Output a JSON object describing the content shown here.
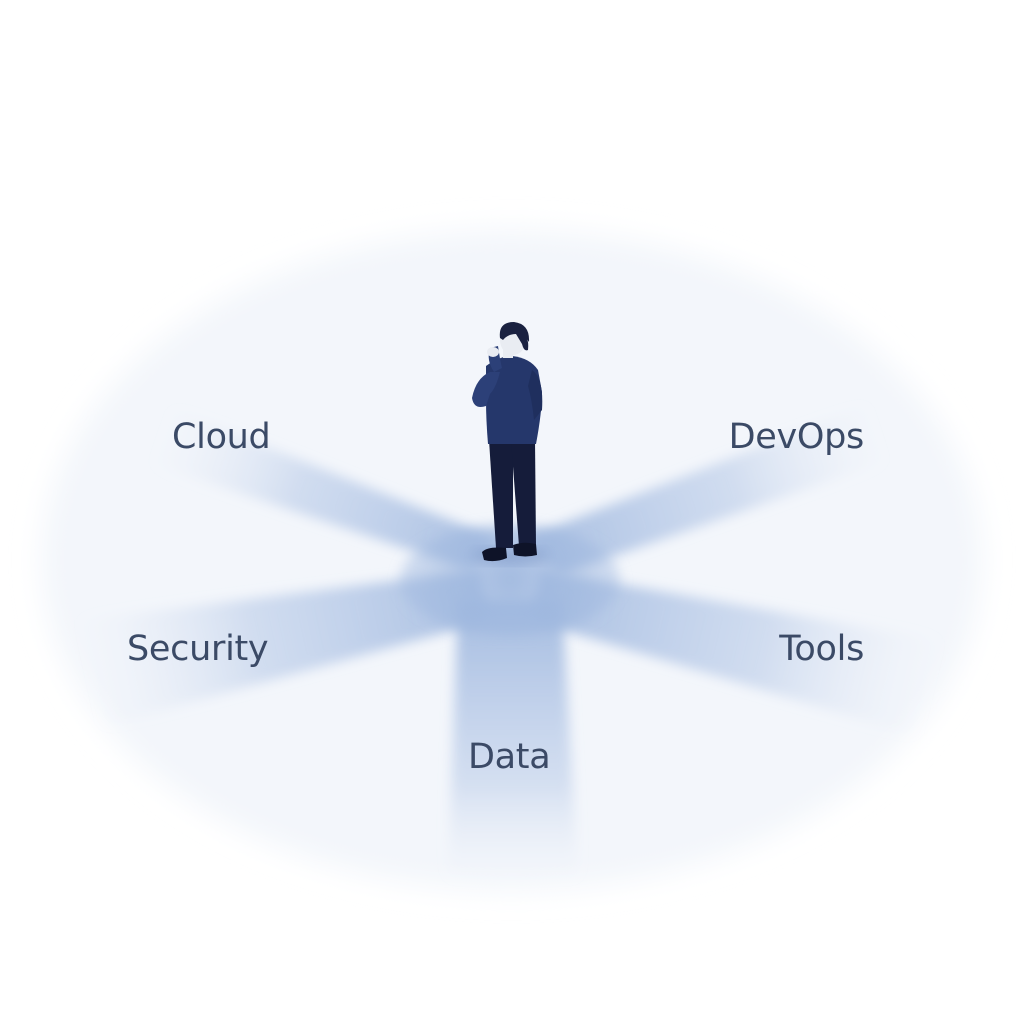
{
  "paths": {
    "cloud": "Cloud",
    "devops": "DevOps",
    "security": "Security",
    "tools": "Tools",
    "data": "Data"
  },
  "colors": {
    "path_fill": "#9fb8df",
    "label_text": "#3b4a66",
    "figure_jacket": "#25376b",
    "figure_pants": "#151c3a",
    "figure_skin": "#e9ecf2",
    "figure_hair": "#1a2140",
    "background": "#ffffff"
  },
  "figure": {
    "icon": "person-thinking-icon"
  }
}
